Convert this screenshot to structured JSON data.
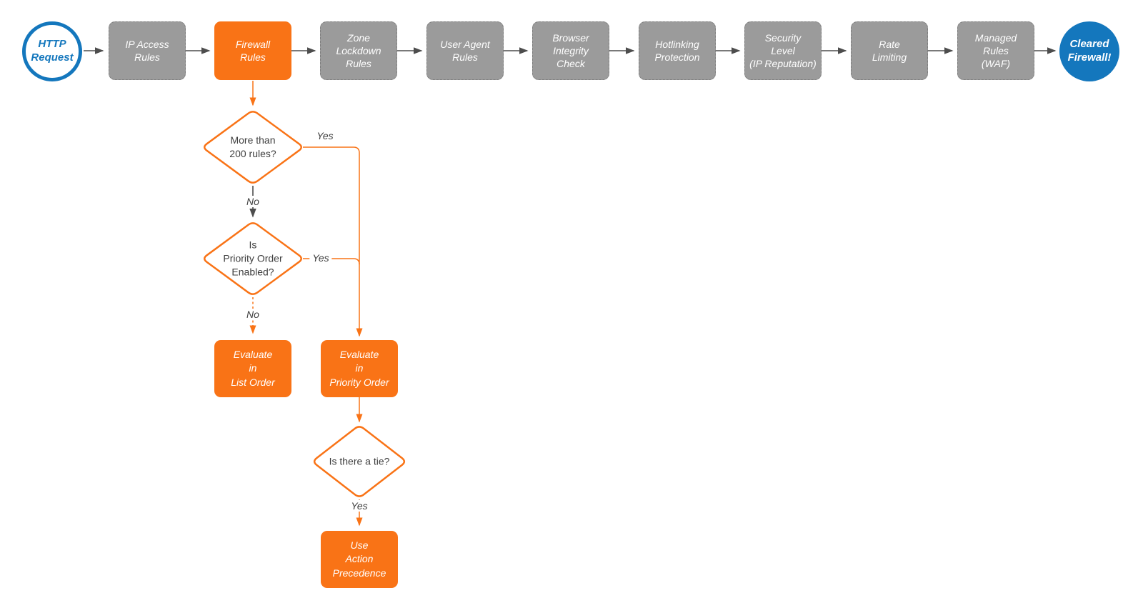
{
  "diagram": {
    "start": {
      "label": "HTTP\nRequest"
    },
    "end": {
      "label": "Cleared\nFirewall!"
    },
    "stages": [
      {
        "label": "IP Access\nRules",
        "highlighted": false
      },
      {
        "label": "Firewall\nRules",
        "highlighted": true
      },
      {
        "label": "Zone\nLockdown\nRules",
        "highlighted": false
      },
      {
        "label": "User Agent\nRules",
        "highlighted": false
      },
      {
        "label": "Browser\nIntegrity\nCheck",
        "highlighted": false
      },
      {
        "label": "Hotlinking\nProtection",
        "highlighted": false
      },
      {
        "label": "Security\nLevel\n(IP Reputation)",
        "highlighted": false
      },
      {
        "label": "Rate\nLimiting",
        "highlighted": false
      },
      {
        "label": "Managed\nRules\n(WAF)",
        "highlighted": false
      }
    ],
    "decisions": [
      {
        "label": "More than\n200 rules?"
      },
      {
        "label": "Is\nPriority Order\nEnabled?"
      },
      {
        "label": "Is there a tie?"
      }
    ],
    "actions": [
      {
        "label": "Evaluate\nin\nList Order"
      },
      {
        "label": "Evaluate\nin\nPriority Order"
      },
      {
        "label": "Use\nAction\nPrecedence"
      }
    ],
    "edge_labels": {
      "d1_yes": "Yes",
      "d1_no": "No",
      "d2_yes": "Yes",
      "d2_no": "No",
      "d3_yes": "Yes"
    },
    "colors": {
      "accent_orange": "#F97316",
      "accent_blue": "#1477BD",
      "stage_gray": "#9B9B9B",
      "arrow_gray": "#4D4D4D",
      "label_text": "#3E3E3E"
    }
  }
}
